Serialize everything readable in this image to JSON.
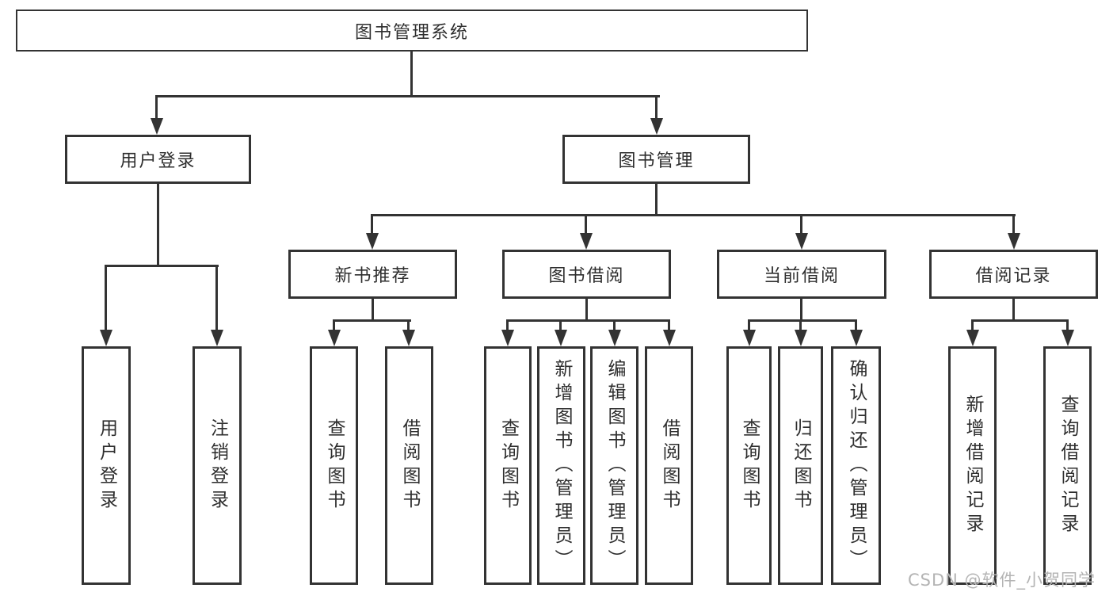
{
  "diagram": {
    "root": "图书管理系统",
    "level2": {
      "user_login": "用户登录",
      "book_mgmt": "图书管理"
    },
    "level3": {
      "new_book_rec": "新书推荐",
      "book_borrow": "图书借阅",
      "current_borrow": "当前借阅",
      "borrow_records": "借阅记录"
    },
    "leaves": {
      "user_login": "用户登录",
      "logout": "注销登录",
      "rec_query_books": "查询图书",
      "rec_borrow_books": "借阅图书",
      "bor_query_books": "查询图书",
      "bor_add_books": "新增图书（管理员）",
      "bor_edit_books": "编辑图书（管理员）",
      "bor_borrow_books": "借阅图书",
      "cur_query_books": "查询图书",
      "cur_return_books": "归还图书",
      "cur_confirm_return": "确认归还（管理员）",
      "rec2_add_record": "新增借阅记录",
      "rec2_query_record": "查询借阅记录"
    },
    "watermark": "CSDN @软件_小贺同学",
    "colors": {
      "line": "#333333",
      "text": "#2e2e2e",
      "watermark": "#b4b4b4",
      "background": "#ffffff"
    }
  }
}
